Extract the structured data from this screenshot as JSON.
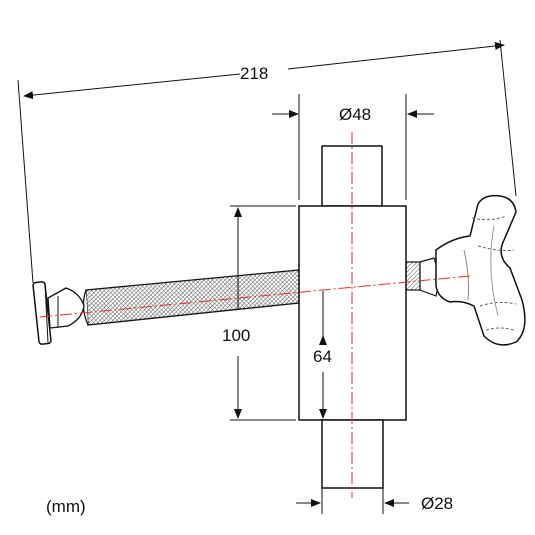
{
  "drawing": {
    "overall_length_label": "218",
    "body_diameter_label": "Ø48",
    "spigot_diameter_label": "Ø28",
    "body_height_label": "100",
    "axis_offset_label": "64",
    "units_label": "(mm)"
  },
  "colors": {
    "outline": "#111111",
    "centerline": "#e03030",
    "background": "#ffffff"
  }
}
